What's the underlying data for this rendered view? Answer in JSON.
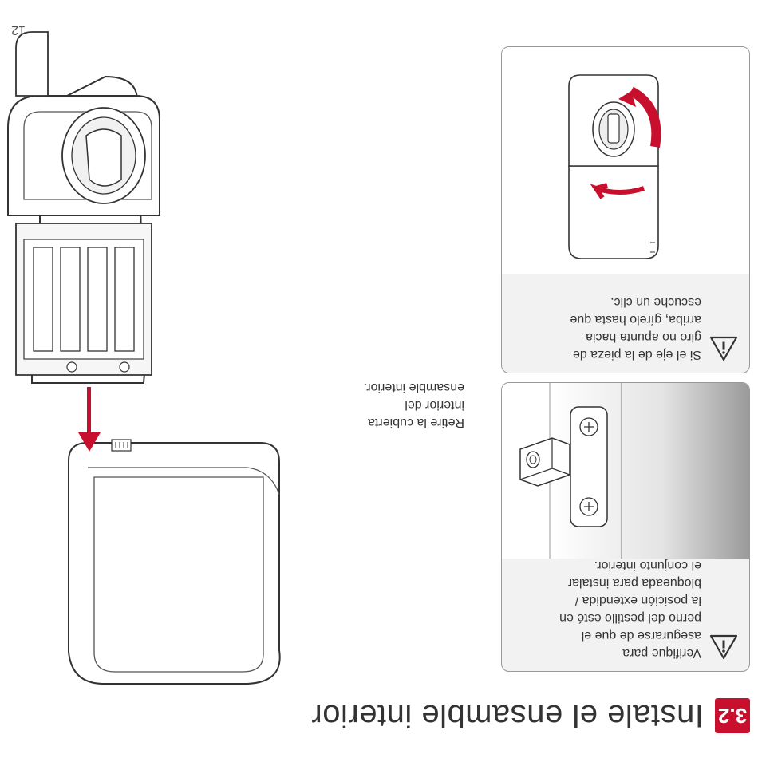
{
  "page_number": "12",
  "section": {
    "number": "3.2",
    "title": "Instale el ensamble interior"
  },
  "tips": [
    {
      "icon": "info-triangle-icon",
      "lines": [
        "Verifique para",
        "asegurarse de que el",
        "perno del pestillo esté en",
        "la posición extendida /",
        "bloqueada para instalar",
        "el conjunto interior."
      ]
    },
    {
      "icon": "info-triangle-icon",
      "lines": [
        "Si el eje de la pieza de",
        "giro no apunta hacia",
        "arriba, gírelo hasta que",
        "escuche un clic."
      ]
    }
  ],
  "instruction": {
    "lines": [
      "Retire la cubierta",
      "interior del",
      "ensamble interior."
    ]
  },
  "colors": {
    "accent": "#c8102e",
    "box_border": "#999999",
    "box_fill": "#f2f2f2"
  }
}
